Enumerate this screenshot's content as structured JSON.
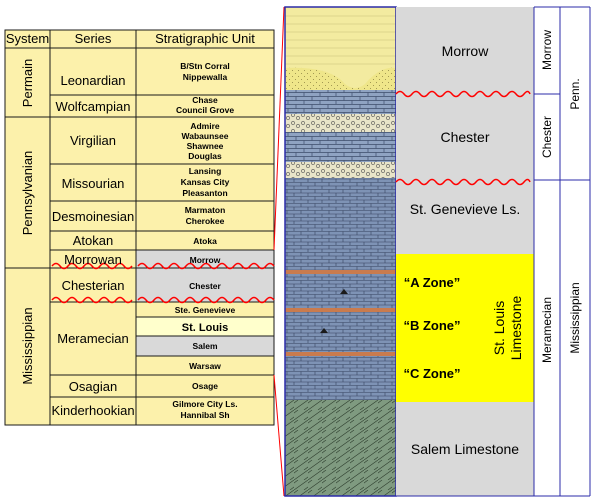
{
  "table": {
    "headers": {
      "system": "System",
      "series": "Series",
      "unit": "Stratigraphic Unit"
    },
    "systems": [
      "Permain",
      "Pennsylvanian",
      "Mississippian"
    ],
    "series": [
      "Leonardian",
      "Wolfcampian",
      "Virgilian",
      "Missourian",
      "Desmoinesian",
      "Atokan",
      "Morrowan",
      "Chesterian",
      "Meramecian",
      "Osagian",
      "Kinderhookian"
    ],
    "units": [
      [
        "B/Stn Corral",
        "Nippewalla"
      ],
      [
        "Chase",
        "Council Grove"
      ],
      [
        "Admire",
        "Wabaunsee",
        "Shawnee",
        "Douglas"
      ],
      [
        "Lansing",
        "Kansas City",
        "Pleasanton"
      ],
      [
        "Marmaton",
        "Cherokee"
      ],
      [
        "Atoka"
      ],
      [
        "Morrow"
      ],
      [
        "Chester"
      ],
      [
        "Ste. Genevieve"
      ],
      [
        "St. Louis"
      ],
      [
        "Salem"
      ],
      [
        "Warsaw"
      ],
      [
        "Osage"
      ],
      [
        "Gilmore City Ls.",
        "Hannibal Sh"
      ]
    ]
  },
  "column": {
    "formations": [
      "Morrow",
      "Chester",
      "St. Genevieve Ls.",
      "Salem Limestone"
    ],
    "st_louis": [
      "St. Louis",
      "Limestone"
    ],
    "zones": [
      "“A Zone”",
      "“B Zone”",
      "“C Zone”"
    ],
    "right_labels": {
      "morrow": "Morrow",
      "chester": "Chester",
      "meramecian": "Meramecian",
      "penn": "Penn.",
      "mississippian": "Mississippian"
    }
  },
  "colors": {
    "table_fill": "#fcf1ab",
    "gray_fill": "#d9d9d9",
    "highlight_fill": "#ffffcc",
    "st_louis_fill": "#ffff00",
    "zone_text": "#cc0000",
    "unconformity": "#ff0000",
    "line_blue": "#2b2ba8",
    "limestone": "#8fa3c2",
    "sand": "#efe68a",
    "salem": "#7f9a80",
    "band": "#c97b4e"
  }
}
